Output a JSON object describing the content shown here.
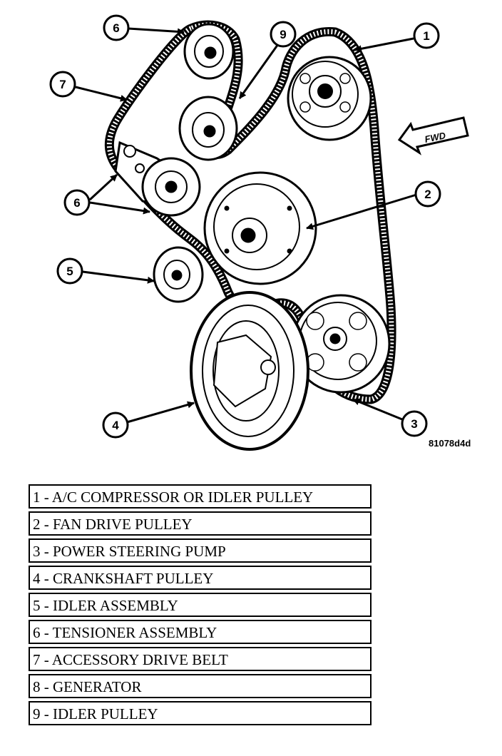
{
  "callouts": {
    "c1": "1",
    "c2": "2",
    "c3": "3",
    "c4": "4",
    "c5": "5",
    "c6a": "6",
    "c6b": "6",
    "c7": "7",
    "c9": "9"
  },
  "fwd_label": "FWD",
  "ref_code": "81078d4d",
  "legend": [
    "1 - A/C COMPRESSOR OR IDLER PULLEY",
    "2 - FAN DRIVE PULLEY",
    "3 - POWER STEERING PUMP",
    "4 - CRANKSHAFT PULLEY",
    "5 - IDLER ASSEMBLY",
    "6 - TENSIONER ASSEMBLY",
    "7 - ACCESSORY DRIVE BELT",
    "8 - GENERATOR",
    "9 - IDLER PULLEY"
  ]
}
